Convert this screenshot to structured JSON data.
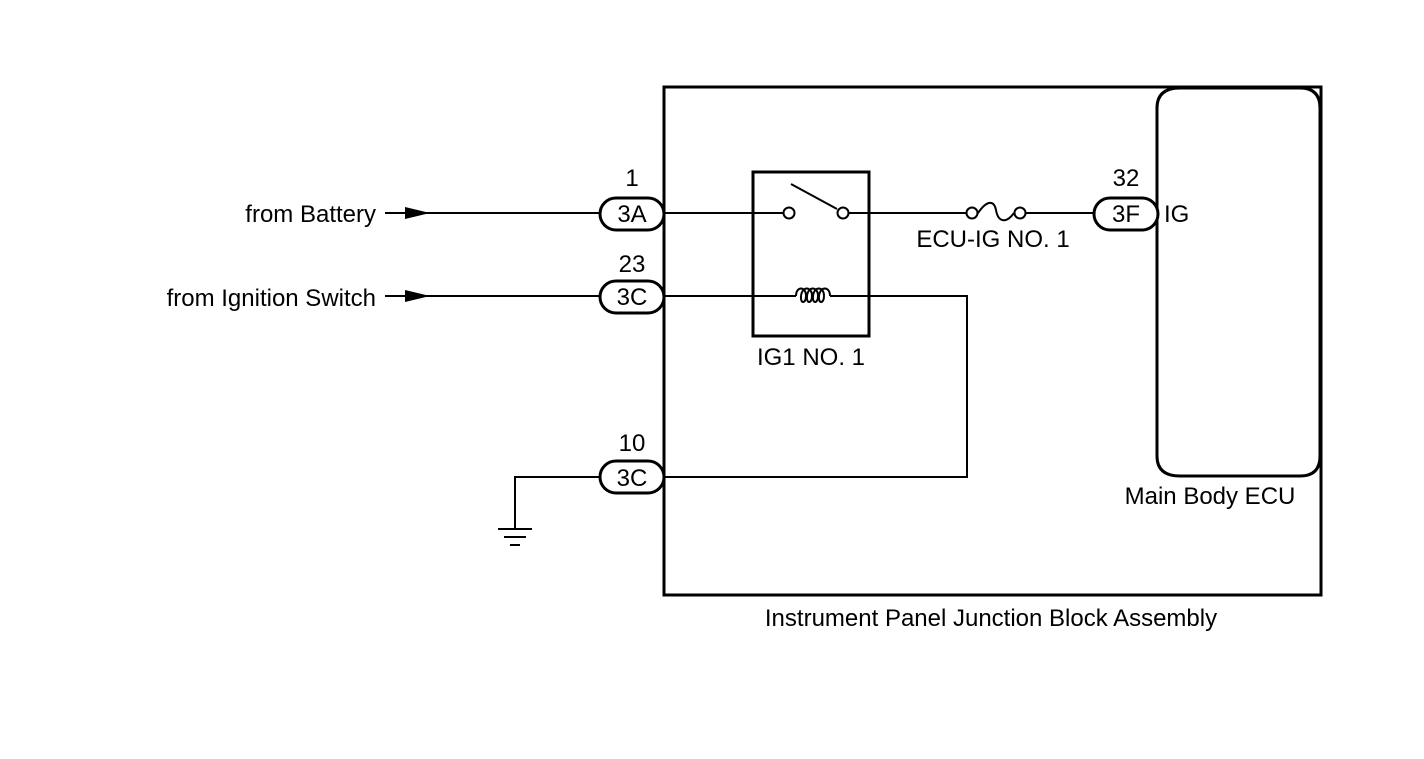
{
  "inputs": {
    "battery": "from Battery",
    "ignition_switch": "from Ignition Switch"
  },
  "connectors": {
    "battery_pin": "1",
    "battery_conn": "3A",
    "ignition_pin": "23",
    "ignition_conn": "3C",
    "ground_pin": "10",
    "ground_conn": "3C",
    "ecu_pin": "32",
    "ecu_conn": "3F"
  },
  "components": {
    "relay": "IG1 NO. 1",
    "fuse": "ECU-IG NO. 1",
    "ecu_terminal": "IG",
    "ecu": "Main Body ECU",
    "block": "Instrument Panel Junction Block Assembly"
  }
}
